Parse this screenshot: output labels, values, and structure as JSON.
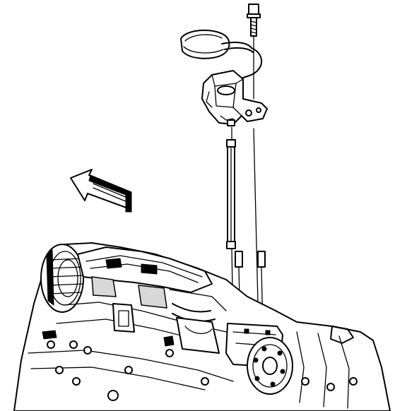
{
  "diagram": {
    "kind": "exploded-assembly-line-drawing",
    "components": [
      "oil-pump-bolt",
      "oil-pump-screen",
      "oil-pump-assembly",
      "oil-pump-drive-shaft",
      "locating-dowel-pins",
      "engine-block"
    ],
    "direction_indicator": "front-of-engine-arrow"
  },
  "colors": {
    "ink": "#000000",
    "paper": "#ffffff"
  }
}
